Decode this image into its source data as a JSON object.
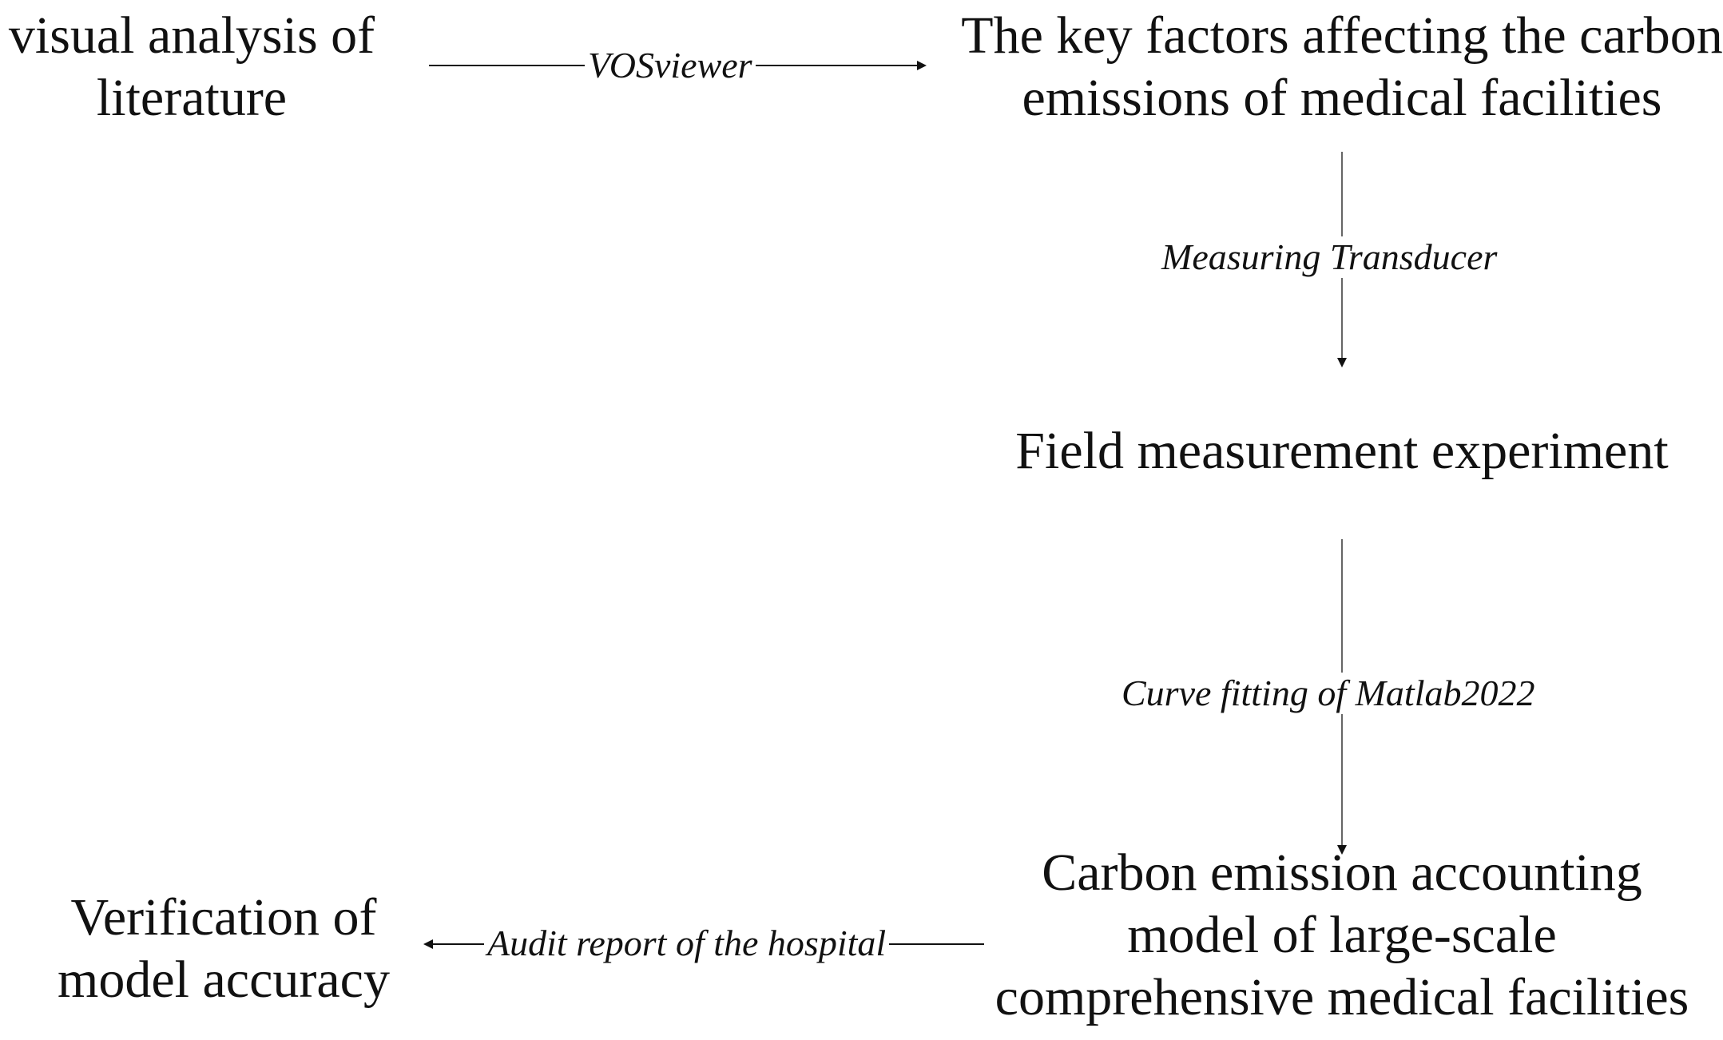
{
  "nodes": {
    "literature": {
      "line1": "visual analysis of",
      "line2": "literature"
    },
    "key_factors": {
      "line1": "The key factors affecting the carbon",
      "line2": "emissions of medical facilities"
    },
    "field_measurement": {
      "line1": "Field measurement experiment"
    },
    "accounting_model": {
      "line1": "Carbon emission accounting",
      "line2": "model of large-scale",
      "line3": "comprehensive medical facilities"
    },
    "verification": {
      "line1": "Verification of",
      "line2": "model accuracy"
    }
  },
  "edges": {
    "vosviewer": "VOSviewer",
    "transducer": "Measuring Transducer",
    "curve_fitting": "Curve fitting of Matlab2022",
    "audit_report": "Audit report of the hospital"
  }
}
